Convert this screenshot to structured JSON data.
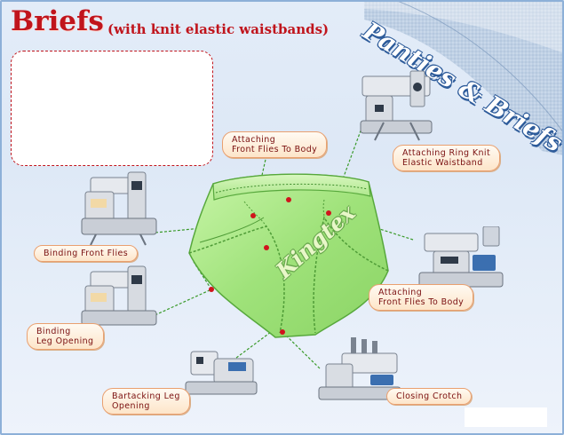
{
  "title": {
    "main": "Briefs",
    "subtitle": "(with knit elastic waistbands)"
  },
  "banner": {
    "text": "Panties & Briefs"
  },
  "brand": {
    "text": "Kingtex"
  },
  "labels": {
    "attaching_front_flies_top": {
      "line1": "Attaching",
      "line2": "Front  Flies To Body"
    },
    "attaching_ring_knit": {
      "line1": "Attaching Ring Knit",
      "line2": "Elastic Waistband"
    },
    "binding_front_flies": {
      "line1": "Binding Front Flies"
    },
    "attaching_front_flies_right": {
      "line1": "Attaching",
      "line2": "Front  Flies To Body"
    },
    "binding_leg_opening": {
      "line1": "Binding",
      "line2": "Leg Opening"
    },
    "bartacking_leg_opening": {
      "line1": "Bartacking Leg",
      "line2": "Opening"
    },
    "closing_crotch": {
      "line1": "Closing Crotch"
    }
  },
  "colors": {
    "title_red": "#c0141c",
    "garment_green": "#9fe27a",
    "connector_green": "#3a9a2a",
    "stitch_point": "#d0141c",
    "label_text": "#7a1010"
  }
}
